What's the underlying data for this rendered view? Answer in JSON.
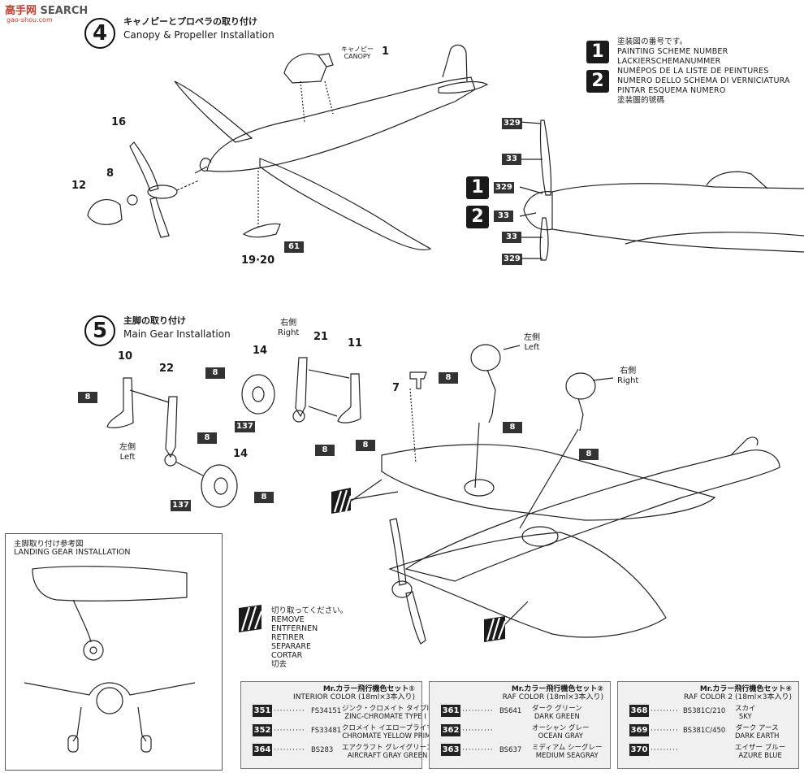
{
  "watermark": {
    "text": "SEARCH",
    "logo": "高手网",
    "site": "gao-shou.com"
  },
  "step4": {
    "num": "4",
    "jp": "キャノピーとプロペラの取り付け",
    "en": "Canopy & Propeller Installation",
    "canopy_jp": "キャノピー",
    "canopy_en": "CANOPY",
    "parts": {
      "p1": "1",
      "p16": "16",
      "p8": "8",
      "p12": "12",
      "p1920": "19·20"
    },
    "color61": "61"
  },
  "scheme": {
    "badge1": "1",
    "badge2": "2",
    "lines": [
      "塗装図の番号です。",
      "PAINTING SCHEME NUMBER",
      "LACKIERSCHEMANUMMER",
      "NUMÉPOS DE LA LISTE DE PEINTURES",
      "NUMERO DELLO SCHEMA DI VERNICIATURA",
      "PINTAR ESQUEMA NUMERO",
      "塗装圖的號碼"
    ],
    "prop_colors": {
      "c1": "329",
      "c2": "33",
      "c3": "329",
      "c4": "33",
      "c5": "33",
      "c6": "329"
    }
  },
  "step5": {
    "num": "5",
    "jp": "主脚の取り付け",
    "en": "Main Gear Installation",
    "right_jp": "右側",
    "right_en": "Right",
    "left_jp": "左側",
    "left_en": "Left",
    "parts": {
      "p10": "10",
      "p22": "22",
      "p14a": "14",
      "p14b": "14",
      "p21": "21",
      "p11": "11",
      "p7": "7"
    },
    "colors": {
      "c8": "8",
      "c137": "137"
    }
  },
  "remove": {
    "lines": [
      "切り取ってください。",
      "REMOVE",
      "ENTFERNEN",
      "RETIRER",
      "SEPARARE",
      "CORTAR",
      "切去"
    ]
  },
  "inset": {
    "title_jp": "主脚取り付け参考図",
    "title_en": "LANDING GEAR INSTALLATION"
  },
  "color_tables": [
    {
      "hdr1": "Mr.カラー飛行機色セット①",
      "hdr2": "INTERIOR COLOR (18ml×3本入り)",
      "rows": [
        {
          "num": "351",
          "code": "FS34151",
          "jp": "ジンク・クロメイト タイプI",
          "en": "ZINC-CHROMATE TYPE I"
        },
        {
          "num": "352",
          "code": "FS33481",
          "jp": "クロメイト イエロープライマー",
          "en": "CHROMATE YELLOW PRIMER"
        },
        {
          "num": "364",
          "code": "BS283",
          "jp": "エアクラフト グレイグリーン",
          "en": "AIRCRAFT GRAY GREEN"
        }
      ]
    },
    {
      "hdr1": "Mr.カラー飛行機色セット②",
      "hdr2": "RAF COLOR (18ml×3本入り)",
      "rows": [
        {
          "num": "361",
          "code": "BS641",
          "jp": "ダーク グリーン",
          "en": "DARK GREEN"
        },
        {
          "num": "362",
          "code": "",
          "jp": "オーシャン グレー",
          "en": "OCEAN GRAY"
        },
        {
          "num": "363",
          "code": "BS637",
          "jp": "ミディアム シーグレー",
          "en": "MEDIUM SEAGRAY"
        }
      ]
    },
    {
      "hdr1": "Mr.カラー飛行機色セット④",
      "hdr2": "RAF COLOR 2 (18ml×3本入り)",
      "rows": [
        {
          "num": "368",
          "code": "BS381C/210",
          "jp": "スカイ",
          "en": "SKY"
        },
        {
          "num": "369",
          "code": "BS381C/450",
          "jp": "ダーク アース",
          "en": "DARK EARTH"
        },
        {
          "num": "370",
          "code": "",
          "jp": "エイザー ブルー",
          "en": "AZURE BLUE"
        }
      ]
    }
  ]
}
